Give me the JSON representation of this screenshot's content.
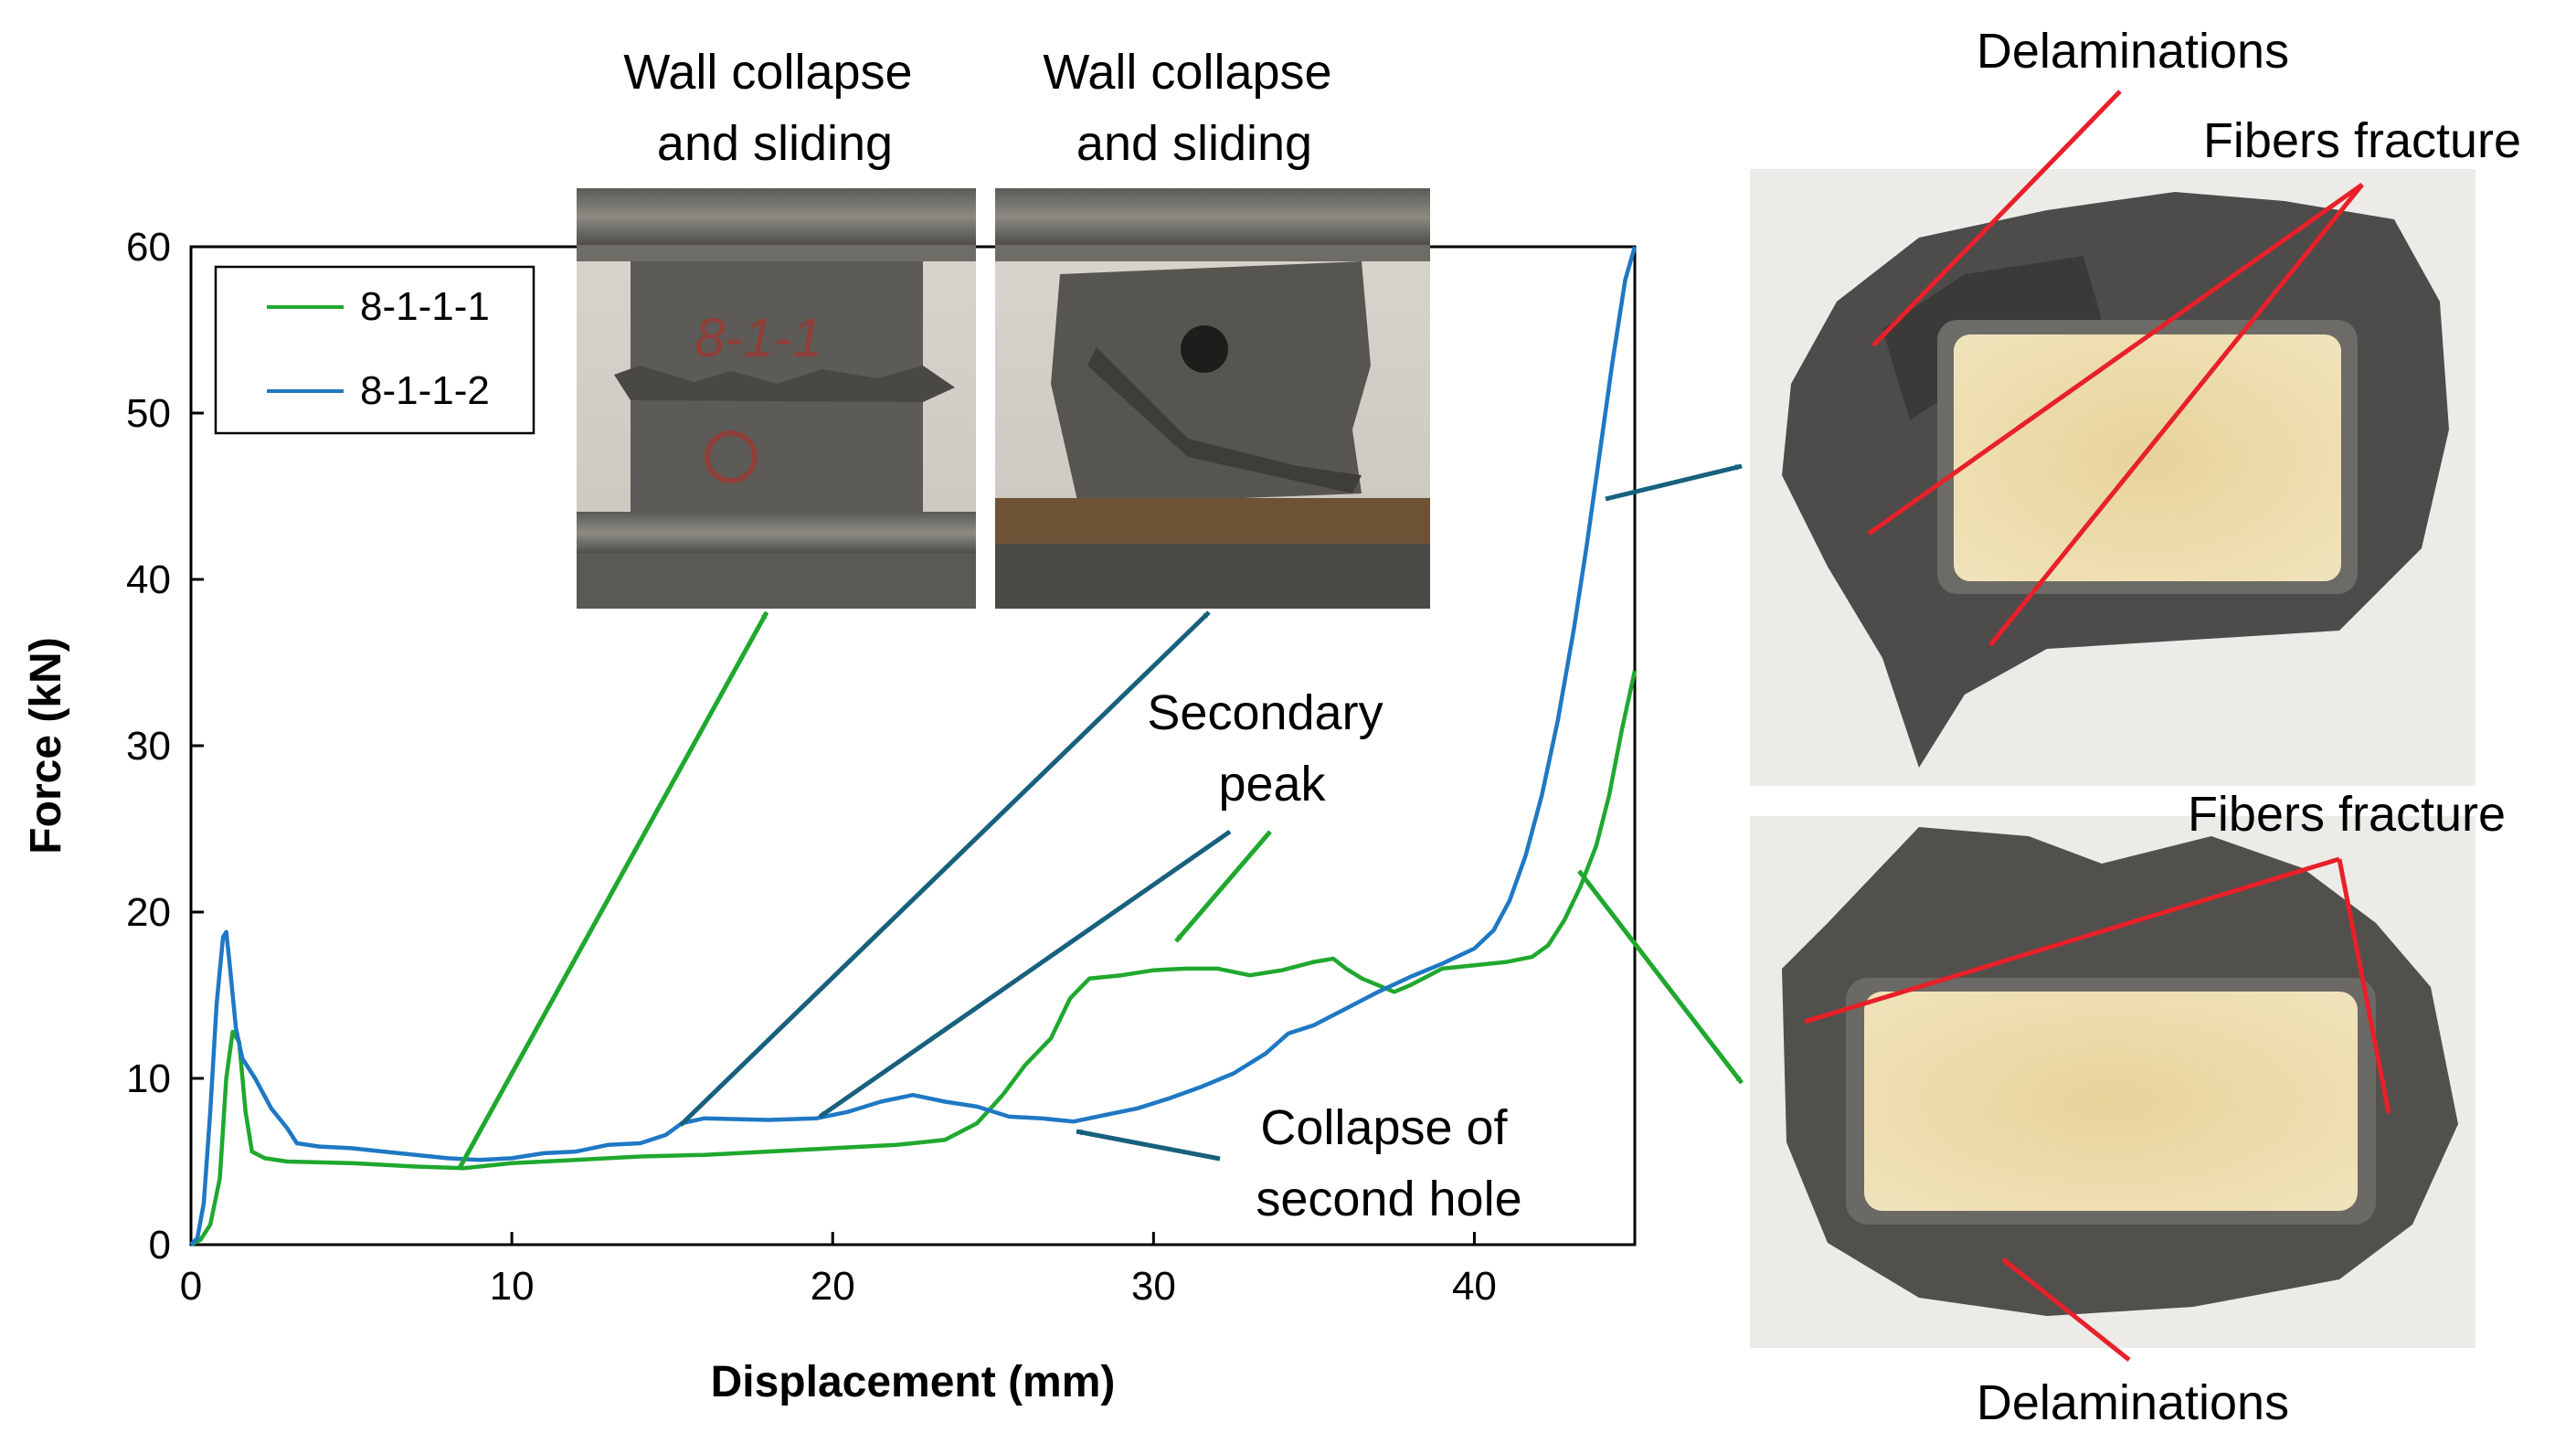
{
  "chart_data": {
    "type": "line",
    "xlabel": "Displacement (mm)",
    "ylabel": "Force (kN)",
    "xlim": [
      0,
      45
    ],
    "ylim": [
      0,
      60
    ],
    "xticks": [
      0,
      10,
      20,
      30,
      40
    ],
    "yticks": [
      0,
      10,
      20,
      30,
      40,
      50,
      60
    ],
    "grid": false,
    "legend_position": "top-left",
    "series": [
      {
        "name": "8-1-1-1",
        "color": "#1fa82e",
        "points": [
          [
            0,
            0
          ],
          [
            0.3,
            0.3
          ],
          [
            0.6,
            1.2
          ],
          [
            0.9,
            4
          ],
          [
            1.1,
            10
          ],
          [
            1.3,
            12.8
          ],
          [
            1.5,
            12.2
          ],
          [
            1.7,
            8
          ],
          [
            1.9,
            5.6
          ],
          [
            2.3,
            5.2
          ],
          [
            3,
            5
          ],
          [
            5,
            4.9
          ],
          [
            7,
            4.7
          ],
          [
            8.5,
            4.6
          ],
          [
            10,
            4.9
          ],
          [
            12,
            5.1
          ],
          [
            14,
            5.3
          ],
          [
            16,
            5.4
          ],
          [
            18,
            5.6
          ],
          [
            20,
            5.8
          ],
          [
            22,
            6
          ],
          [
            23.5,
            6.3
          ],
          [
            24.5,
            7.3
          ],
          [
            25.3,
            9
          ],
          [
            26,
            10.8
          ],
          [
            26.8,
            12.4
          ],
          [
            27.4,
            14.8
          ],
          [
            28,
            16
          ],
          [
            29,
            16.2
          ],
          [
            30,
            16.5
          ],
          [
            31,
            16.6
          ],
          [
            32,
            16.6
          ],
          [
            33,
            16.2
          ],
          [
            34,
            16.5
          ],
          [
            35,
            17
          ],
          [
            35.6,
            17.2
          ],
          [
            36,
            16.6
          ],
          [
            36.5,
            16
          ],
          [
            37,
            15.6
          ],
          [
            37.5,
            15.2
          ],
          [
            38,
            15.6
          ],
          [
            39,
            16.6
          ],
          [
            40,
            16.8
          ],
          [
            41,
            17
          ],
          [
            41.8,
            17.3
          ],
          [
            42.3,
            18
          ],
          [
            42.8,
            19.5
          ],
          [
            43.3,
            21.5
          ],
          [
            43.8,
            24
          ],
          [
            44.2,
            27
          ],
          [
            44.6,
            31
          ],
          [
            45,
            34.5
          ]
        ]
      },
      {
        "name": "8-1-1-2",
        "color": "#1f78c4",
        "points": [
          [
            0,
            0
          ],
          [
            0.2,
            0.4
          ],
          [
            0.4,
            2.5
          ],
          [
            0.6,
            8
          ],
          [
            0.8,
            14.5
          ],
          [
            1,
            18.5
          ],
          [
            1.1,
            18.8
          ],
          [
            1.2,
            17
          ],
          [
            1.4,
            13
          ],
          [
            1.6,
            11.2
          ],
          [
            2,
            10
          ],
          [
            2.5,
            8.2
          ],
          [
            3,
            7
          ],
          [
            3.3,
            6.1
          ],
          [
            4,
            5.9
          ],
          [
            5,
            5.8
          ],
          [
            6,
            5.6
          ],
          [
            7,
            5.4
          ],
          [
            8,
            5.2
          ],
          [
            9,
            5.1
          ],
          [
            10,
            5.2
          ],
          [
            11,
            5.5
          ],
          [
            12,
            5.6
          ],
          [
            13,
            6
          ],
          [
            14,
            6.1
          ],
          [
            14.8,
            6.6
          ],
          [
            15.3,
            7.3
          ],
          [
            16,
            7.6
          ],
          [
            18,
            7.5
          ],
          [
            19.5,
            7.6
          ],
          [
            20.5,
            8
          ],
          [
            21.5,
            8.6
          ],
          [
            22.5,
            9
          ],
          [
            23.5,
            8.6
          ],
          [
            24.5,
            8.3
          ],
          [
            25.5,
            7.7
          ],
          [
            26.5,
            7.6
          ],
          [
            27.5,
            7.4
          ],
          [
            28.5,
            7.8
          ],
          [
            29.5,
            8.2
          ],
          [
            30.5,
            8.8
          ],
          [
            31.5,
            9.5
          ],
          [
            32.5,
            10.3
          ],
          [
            33.5,
            11.5
          ],
          [
            34.2,
            12.7
          ],
          [
            35,
            13.2
          ],
          [
            36,
            14.2
          ],
          [
            37,
            15.2
          ],
          [
            38,
            16.1
          ],
          [
            39,
            16.9
          ],
          [
            40,
            17.8
          ],
          [
            40.6,
            18.9
          ],
          [
            41.1,
            20.7
          ],
          [
            41.6,
            23.4
          ],
          [
            42.1,
            27
          ],
          [
            42.6,
            31.5
          ],
          [
            43.1,
            37
          ],
          [
            43.5,
            42
          ],
          [
            43.9,
            47.5
          ],
          [
            44.3,
            53
          ],
          [
            44.7,
            58
          ],
          [
            45,
            60
          ]
        ]
      }
    ],
    "annotations": [
      {
        "id": "wall-collapse-1",
        "lines": [
          "Wall collapse",
          "and sliding"
        ]
      },
      {
        "id": "wall-collapse-2",
        "lines": [
          "Wall collapse",
          "and sliding"
        ]
      },
      {
        "id": "secondary-peak",
        "lines": [
          "Secondary",
          "peak"
        ]
      },
      {
        "id": "collapse-second-hole",
        "lines": [
          "Collapse of",
          "second hole"
        ]
      },
      {
        "id": "delaminations-top",
        "lines": [
          "Delaminations"
        ]
      },
      {
        "id": "fibers-fracture-top",
        "lines": [
          "Fibers fracture"
        ]
      },
      {
        "id": "fibers-fracture-bottom",
        "lines": [
          "Fibers fracture"
        ]
      },
      {
        "id": "delaminations-bottom",
        "lines": [
          "Delaminations"
        ]
      }
    ]
  }
}
